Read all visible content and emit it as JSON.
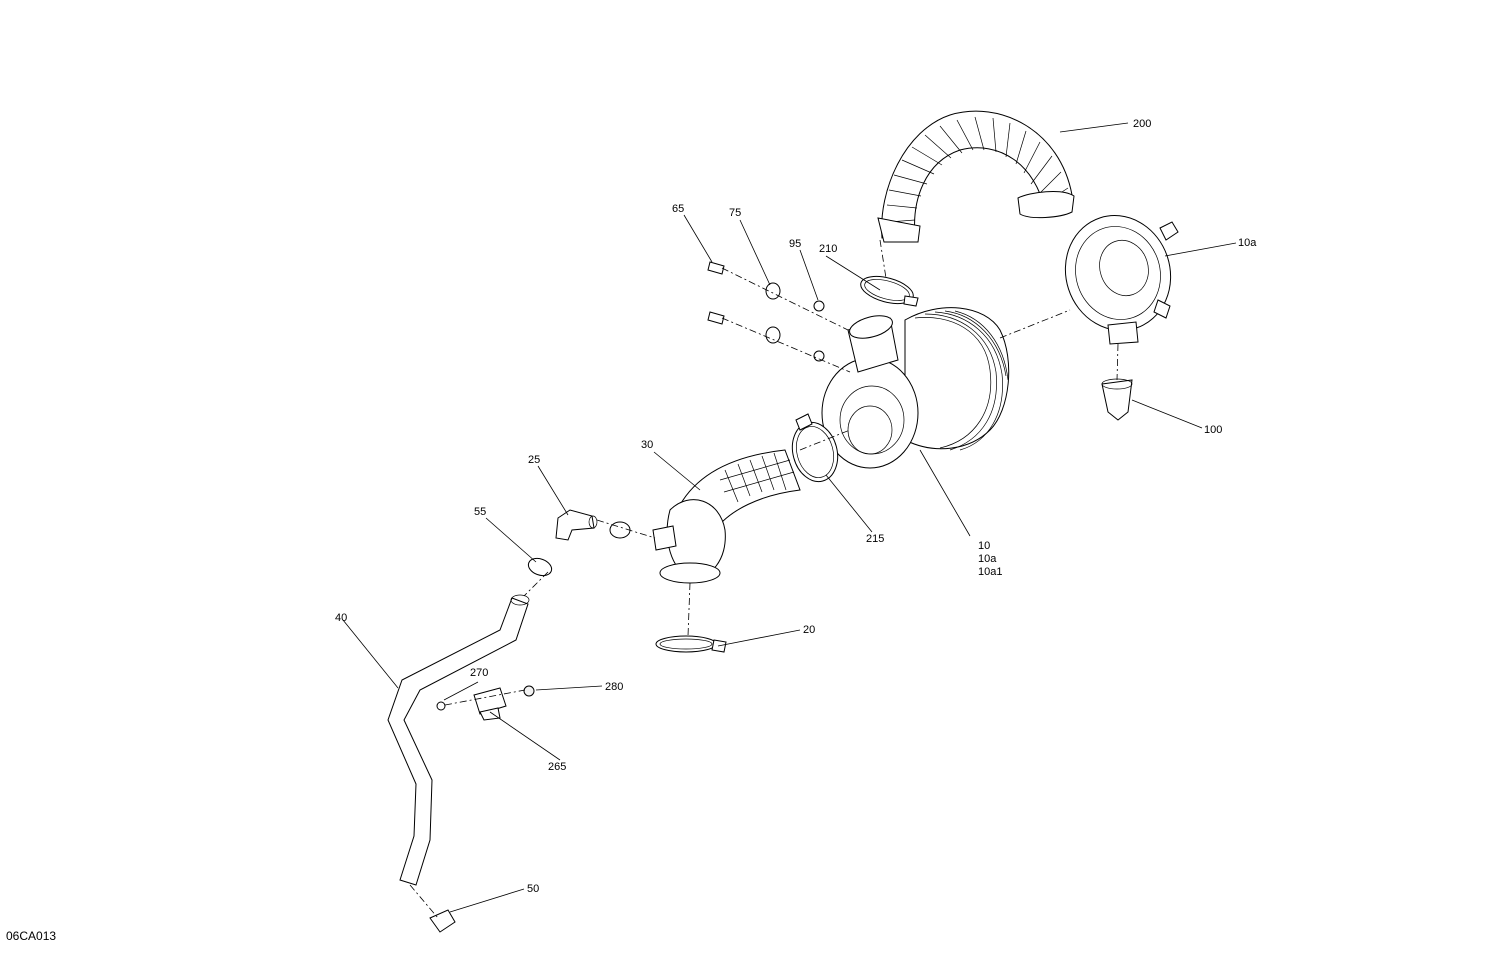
{
  "figure_id": "06CA013",
  "callouts": {
    "c200": "200",
    "c10a_top": "10a",
    "c100": "100",
    "c65": "65",
    "c75": "75",
    "c95": "95",
    "c210": "210",
    "c30": "30",
    "c25": "25",
    "c55": "55",
    "c215": "215",
    "c10": "10",
    "c10a": "10a",
    "c10a1": "10a1",
    "c40": "40",
    "c20": "20",
    "c270": "270",
    "c280": "280",
    "c265": "265",
    "c50": "50"
  }
}
